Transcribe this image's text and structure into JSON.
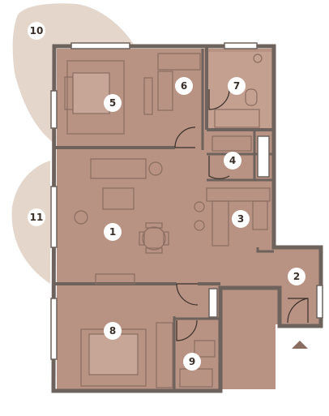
{
  "colors": {
    "floor": "#b89282",
    "floor_light": "#c4a090",
    "balcony": "#e4d6cb",
    "wall": "#6e625d",
    "furniture_stroke": "#8a6d61",
    "furniture_fill": "#b88f7e",
    "badge": "#ffffff",
    "window": "#ffffff",
    "arrow": "#8a6d61"
  },
  "rooms": [
    {
      "id": "1",
      "label": "1"
    },
    {
      "id": "2",
      "label": "2"
    },
    {
      "id": "3",
      "label": "3"
    },
    {
      "id": "4",
      "label": "4"
    },
    {
      "id": "5",
      "label": "5"
    },
    {
      "id": "6",
      "label": "6"
    },
    {
      "id": "7",
      "label": "7"
    },
    {
      "id": "8",
      "label": "8"
    },
    {
      "id": "9",
      "label": "9"
    },
    {
      "id": "10",
      "label": "10"
    },
    {
      "id": "11",
      "label": "11"
    }
  ],
  "entrance_icon": "triangle-up-icon"
}
